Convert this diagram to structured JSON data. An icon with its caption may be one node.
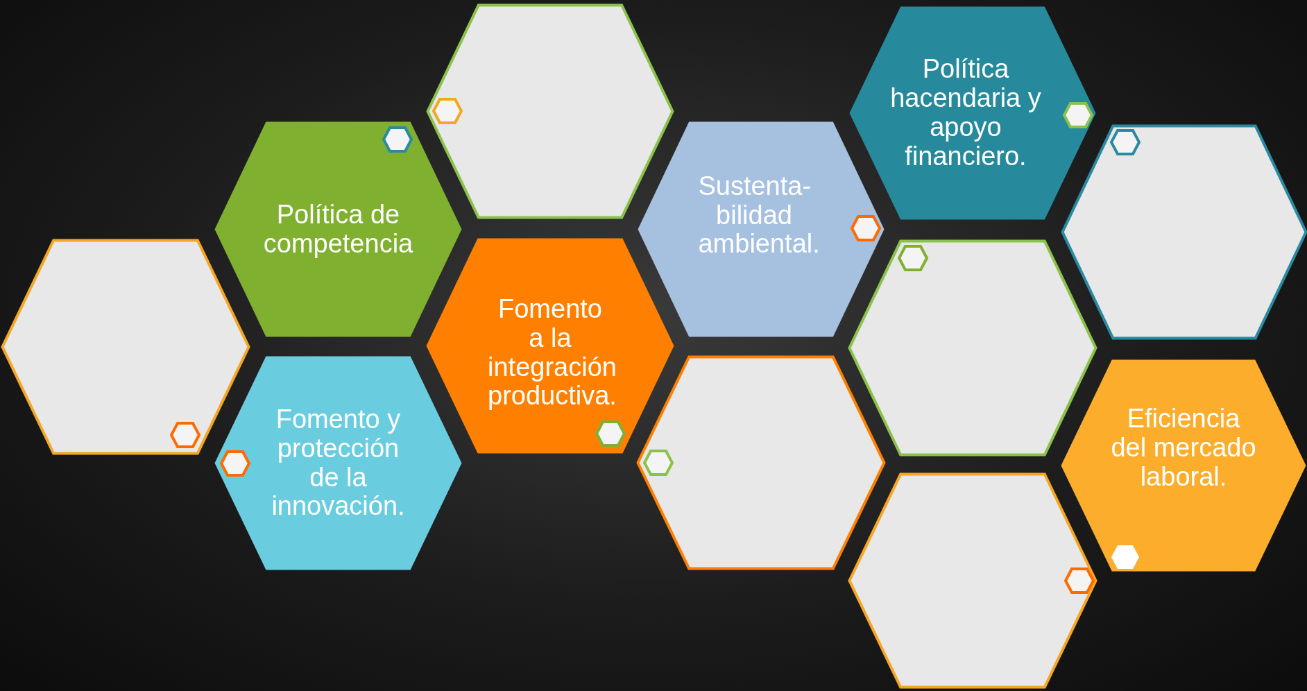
{
  "diagram": {
    "nodes": [
      {
        "text": [],
        "shape": "hexagon"
      },
      {
        "text": [
          "Política hacendaria y apoyo financiero."
        ]
      },
      {
        "text": [
          "Política de competencia"
        ]
      },
      {
        "text": [
          "Sustenta-bilidad ambiental."
        ]
      },
      {
        "text": [],
        "shape": "hexagon"
      },
      {
        "text": [],
        "shape": "hexagon"
      },
      {
        "text": [
          "Fomento a la integración productiva."
        ]
      },
      {
        "text": [],
        "shape": "hexagon"
      },
      {
        "text": [
          "Fomento y protección de la innovación."
        ]
      },
      {
        "text": [],
        "shape": "hexagon"
      },
      {
        "text": [
          "Eficiencia del mercado laboral."
        ]
      },
      {
        "text": [],
        "shape": "hexagon"
      }
    ]
  }
}
